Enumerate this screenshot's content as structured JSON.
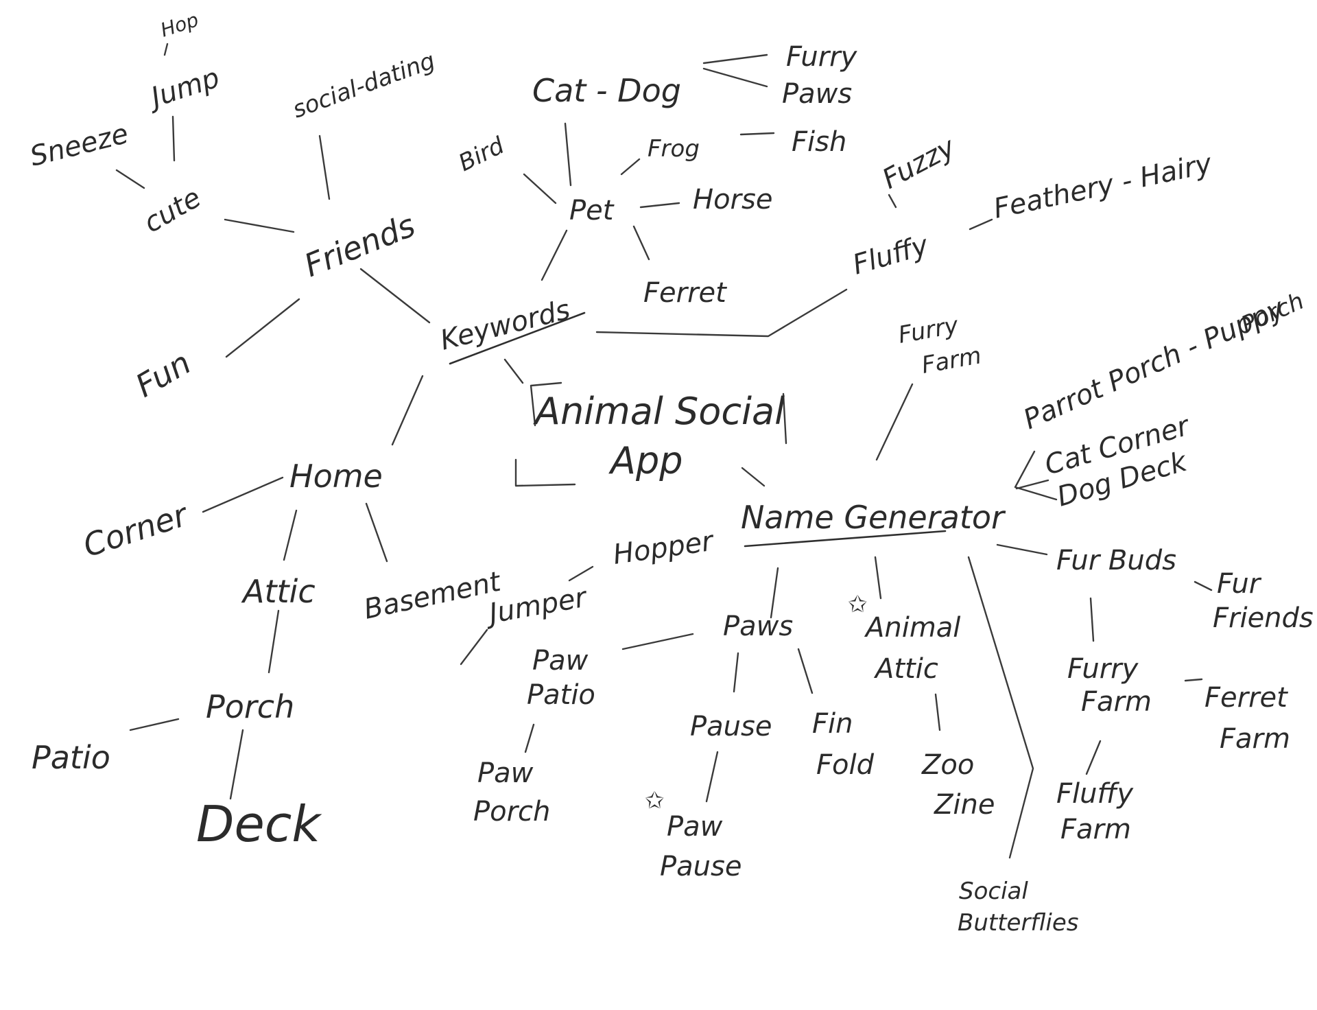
{
  "diagram": {
    "type": "mind-map",
    "nodes": {
      "center_line1": "Animal Social",
      "center_line2": "App",
      "keywords": "Keywords",
      "name_generator": "Name Generator",
      "friends": "Friends",
      "social_dating": "social-dating",
      "cute": "cute",
      "sneeze": "Sneeze",
      "jump": "Jump",
      "hop": "Hop",
      "fun": "Fun",
      "home": "Home",
      "corner": "Corner",
      "attic": "Attic",
      "basement": "Basement",
      "porch": "Porch",
      "patio": "Patio",
      "deck": "Deck",
      "pet": "Pet",
      "cat_dog": "Cat - Dog",
      "furry_paws_1": "Furry",
      "furry_paws_2": "Paws",
      "bird": "Bird",
      "frog": "Frog",
      "fish": "Fish",
      "horse": "Horse",
      "ferret": "Ferret",
      "fluffy": "Fluffy",
      "fuzzy": "Fuzzy",
      "feathery_hairy": "Feathery - Hairy",
      "furry_farm_top_1": "Furry",
      "furry_farm_top_2": "Farm",
      "parrot_porch": "Parrot Porch - Puppy",
      "puppy_porch_2": "Porch",
      "cat_corner": "Cat Corner",
      "dog_deck": "Dog Deck",
      "fur_buds": "Fur Buds",
      "fur_friends_1": "Fur",
      "fur_friends_2": "Friends",
      "furry_farm_1": "Furry",
      "furry_farm_2": "Farm",
      "ferret_farm_1": "Ferret",
      "ferret_farm_2": "Farm",
      "fluffy_farm_1": "Fluffy",
      "fluffy_farm_2": "Farm",
      "hopper": "Hopper",
      "jumper": "Jumper",
      "paws": "Paws",
      "paw_patio_1": "Paw",
      "paw_patio_2": "Patio",
      "paw_porch_1": "Paw",
      "paw_porch_2": "Porch",
      "pause": "Pause",
      "paw_pause_1": "Paw",
      "paw_pause_2": "Pause",
      "fin_fold_1": "Fin",
      "fin_fold_2": "Fold",
      "animal_attic_1": "Animal",
      "animal_attic_2": "Attic",
      "zoo_zine_1": "Zoo",
      "zoo_zine_2": "Zine",
      "social_butterflies_1": "Social",
      "social_butterflies_2": "Butterflies",
      "star": "✩"
    },
    "colors": {
      "ink": "#2b2b2b",
      "background": "#ffffff"
    }
  }
}
